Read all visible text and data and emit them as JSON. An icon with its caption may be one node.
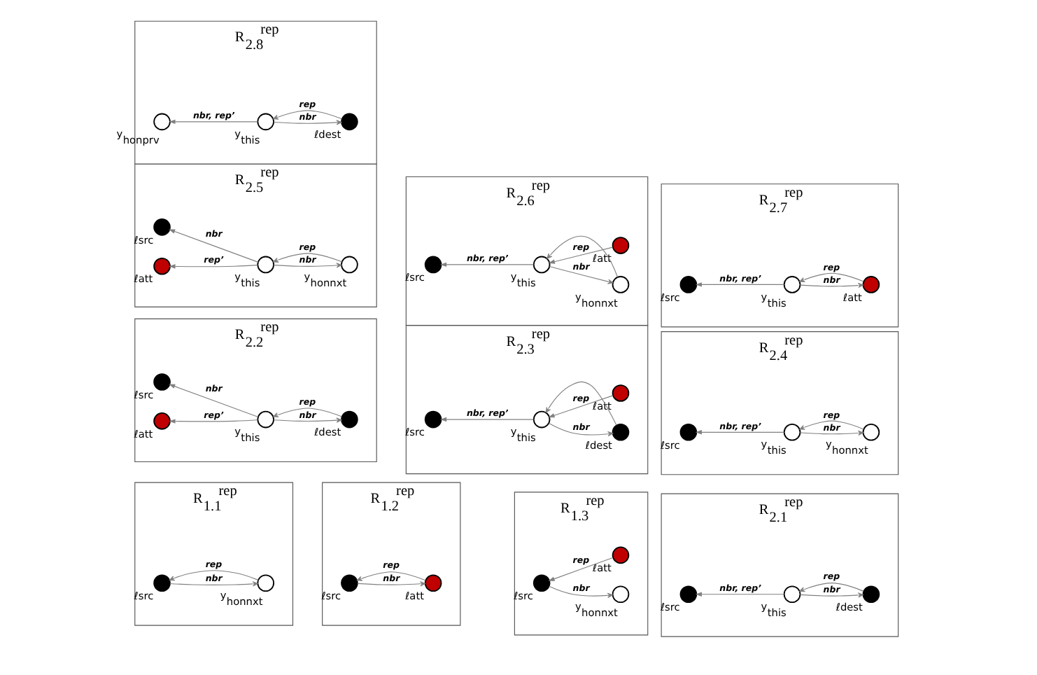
{
  "diagram": {
    "nodes": [
      {
        "text": [
          "R$_{1.1}$$^{rep}$"
        ]
      },
      {
        "text": [
          "ℓsrc"
        ],
        "in": 0
      },
      {
        "text": [
          "y$_{honnxt}$"
        ],
        "in": 0
      },
      {
        "text": [
          "R$_{1.2}$$^{rep}$"
        ]
      },
      {
        "text": [
          "ℓsrc"
        ],
        "in": 3
      },
      {
        "text": [
          "ℓatt"
        ],
        "in": 3
      },
      {
        "text": [
          "R$_{1.3}$$^{rep}$"
        ]
      },
      {
        "text": [
          "ℓsrc"
        ],
        "in": 6
      },
      {
        "text": [
          "y$_{honnxt}$"
        ],
        "in": 6
      },
      {
        "text": [
          "ℓatt"
        ],
        "in": 6
      },
      {
        "text": [
          "R$_{2.1}$$^{rep}$"
        ]
      },
      {
        "text": [
          "ℓsrc"
        ],
        "in": 10
      },
      {
        "text": [
          "y$_{this}$"
        ],
        "in": 10
      },
      {
        "text": [
          "ℓdest"
        ],
        "in": 10
      },
      {
        "text": [
          "R$_{2.2}$$^{rep}$"
        ]
      },
      {
        "text": [
          "ℓsrc"
        ],
        "in": 14
      },
      {
        "text": [
          "y$_{this}$"
        ],
        "in": 14
      },
      {
        "text": [
          "ℓdest"
        ],
        "in": 14
      },
      {
        "text": [
          "ℓatt"
        ],
        "in": 14
      },
      {
        "text": [
          "R$_{2.3}$$^{rep}$"
        ]
      },
      {
        "text": [
          "ℓsrc"
        ],
        "in": 19
      },
      {
        "text": [
          "y$_{this}$"
        ],
        "in": 19
      },
      {
        "text": [
          "ℓdest"
        ],
        "in": 19
      },
      {
        "text": [
          "ℓatt"
        ],
        "in": 19
      },
      {
        "text": [
          "R$_{2.4}$$^{rep}$"
        ]
      },
      {
        "text": [
          "ℓsrc"
        ],
        "in": 24
      },
      {
        "text": [
          "y$_{this}$"
        ],
        "in": 24
      },
      {
        "text": [
          "y$_{honnxt}$"
        ],
        "in": 24
      },
      {
        "text": [
          "R$_{2.5}$$^{rep}$"
        ]
      },
      {
        "text": [
          "ℓsrc"
        ],
        "in": 28
      },
      {
        "text": [
          "y$_{this}$"
        ],
        "in": 28
      },
      {
        "text": [
          "y$_{honnxt}$"
        ],
        "in": 28
      },
      {
        "text": [
          "ℓatt"
        ],
        "in": 28
      },
      {
        "text": [
          "R$_{2.6}$$^{rep}$"
        ]
      },
      {
        "text": [
          "ℓsrc"
        ],
        "in": 33
      },
      {
        "text": [
          "y$_{this}$"
        ],
        "in": 33
      },
      {
        "text": [
          "y$_{honnxt}$"
        ],
        "in": 33
      },
      {
        "text": [
          "ℓatt"
        ],
        "in": 33
      },
      {
        "text": [
          "R$_{2.7}$$^{rep}$"
        ]
      },
      {
        "text": [
          "ℓsrc"
        ],
        "in": 38
      },
      {
        "text": [
          "y$_{this}$"
        ],
        "in": 38
      },
      {
        "text": [
          "ℓatt"
        ],
        "in": 38
      },
      {
        "text": [
          "R$_{2.8}$$^{rep}$"
        ]
      },
      {
        "text": [
          "y$_{honprv}$"
        ],
        "in": 42
      },
      {
        "text": [
          "y$_{this}$"
        ],
        "in": 42
      },
      {
        "text": [
          "ℓdest"
        ],
        "in": 42
      }
    ],
    "edges": [
      {
        "from": 2,
        "to": 1,
        "arrow": "to",
        "label": "rep"
      },
      {
        "from": 1,
        "to": 2,
        "arrow": "to",
        "label": "nbr"
      },
      {
        "from": 5,
        "to": 4,
        "arrow": "to",
        "label": "rep"
      },
      {
        "from": 4,
        "to": 5,
        "arrow": "to",
        "label": "nbr"
      },
      {
        "from": 7,
        "to": 8,
        "arrow": "to",
        "label": "nbr"
      },
      {
        "from": 9,
        "to": 7,
        "arrow": "to",
        "label": "rep"
      },
      {
        "from": 12,
        "to": 11,
        "arrow": "to",
        "label": "nbr, rep’"
      },
      {
        "from": 13,
        "to": 12,
        "arrow": "to",
        "label": "rep"
      },
      {
        "from": 12,
        "to": 13,
        "arrow": "to",
        "label": "nbr"
      },
      {
        "from": 16,
        "to": 15,
        "arrow": "to",
        "label": "nbr"
      },
      {
        "from": 17,
        "to": 16,
        "arrow": "to",
        "label": "rep"
      },
      {
        "from": 16,
        "to": 17,
        "arrow": "to",
        "label": "nbr"
      },
      {
        "from": 16,
        "to": 18,
        "arrow": "to",
        "label": "rep’"
      },
      {
        "from": 21,
        "to": 20,
        "arrow": "to",
        "label": "nbr, rep’"
      },
      {
        "from": 22,
        "to": 21,
        "arrow": "to"
      },
      {
        "from": 21,
        "to": 22,
        "arrow": "to",
        "label": "nbr"
      },
      {
        "from": 23,
        "to": 21,
        "arrow": "to",
        "label": "rep"
      },
      {
        "from": 26,
        "to": 25,
        "arrow": "to",
        "label": "nbr, rep’"
      },
      {
        "from": 27,
        "to": 26,
        "arrow": "to",
        "label": "rep"
      },
      {
        "from": 26,
        "to": 27,
        "arrow": "to",
        "label": "nbr"
      },
      {
        "from": 30,
        "to": 29,
        "arrow": "to",
        "label": "nbr"
      },
      {
        "from": 31,
        "to": 30,
        "arrow": "to",
        "label": "rep"
      },
      {
        "from": 30,
        "to": 31,
        "arrow": "to",
        "label": "nbr"
      },
      {
        "from": 30,
        "to": 32,
        "arrow": "to",
        "label": "rep’"
      },
      {
        "from": 35,
        "to": 34,
        "arrow": "to",
        "label": "nbr, rep’"
      },
      {
        "from": 36,
        "to": 35,
        "arrow": "to"
      },
      {
        "from": 35,
        "to": 36,
        "arrow": "to",
        "label": "nbr"
      },
      {
        "from": 37,
        "to": 35,
        "arrow": "to",
        "label": "rep"
      },
      {
        "from": 40,
        "to": 39,
        "arrow": "to",
        "label": "nbr, rep’"
      },
      {
        "from": 41,
        "to": 40,
        "arrow": "to",
        "label": "rep"
      },
      {
        "from": 40,
        "to": 41,
        "arrow": "to",
        "label": "nbr"
      },
      {
        "from": 44,
        "to": 43,
        "arrow": "to",
        "label": "nbr, rep’"
      },
      {
        "from": 45,
        "to": 44,
        "arrow": "to",
        "label": "rep"
      },
      {
        "from": 44,
        "to": 45,
        "arrow": "to",
        "label": "nbr"
      }
    ]
  }
}
